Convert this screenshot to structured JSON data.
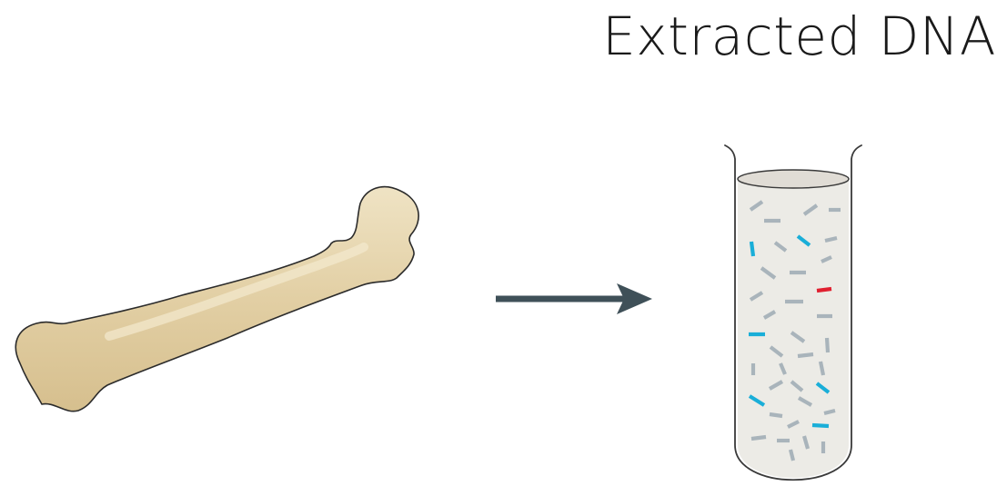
{
  "title": "Extracted DNA",
  "colors": {
    "bone_fill": "#e2cfa4",
    "bone_highlight": "#efe3c4",
    "bone_outline": "#2b2b2b",
    "arrow": "#3f5058",
    "tube_outline": "#3a3a3a",
    "tube_liquid": "#ecebe6",
    "tube_surface": "#e0dcd5",
    "fragment_gray": "#a9b4bb",
    "fragment_blue": "#1aaed8",
    "fragment_red": "#e02030"
  },
  "icons": {
    "bone": "femur-bone-icon",
    "arrow": "right-arrow-icon",
    "tube": "test-tube-icon"
  },
  "fragments": {
    "gray_count": 31,
    "blue_count": 6,
    "red_count": 1
  }
}
